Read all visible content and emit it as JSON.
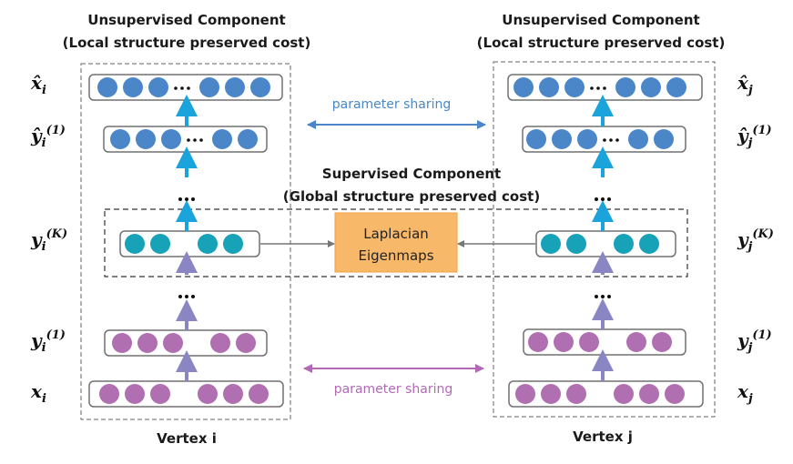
{
  "colors": {
    "blue_node": "#4a86c8",
    "cyan_arrow": "#1ba3dc",
    "teal_node": "#17a2b8",
    "purple_node": "#b06fb0",
    "purple_arrow": "#8a86c4",
    "share_blue": "#4a86c8",
    "share_purple": "#b169b5",
    "laplacian_fill": "#f8b86a",
    "laplacian_border": "#f0a040",
    "box_border": "#707070",
    "dash": "#555555",
    "connector": "#777777"
  },
  "titles": {
    "left_unsup_line1": "Unsupervised Component",
    "left_unsup_line2": "(Local structure preserved cost)",
    "right_unsup_line1": "Unsupervised Component",
    "right_unsup_line2": "(Local structure preserved cost)",
    "sup_line1": "Supervised Component",
    "sup_line2": "(Global structure preserved cost)"
  },
  "sharing": {
    "top": "parameter sharing",
    "bottom": "parameter sharing"
  },
  "laplacian": {
    "line1": "Laplacian",
    "line2": "Eigenmaps"
  },
  "vertices": {
    "left": "Vertex i",
    "right": "Vertex j"
  },
  "ellipsis": "…",
  "labels": {
    "left": [
      {
        "base": "x̂",
        "sub": "i",
        "sup": ""
      },
      {
        "base": "ŷ",
        "sub": "i",
        "sup": "(1)"
      },
      {
        "base": "y",
        "sub": "i",
        "sup": "(K)"
      },
      {
        "base": "y",
        "sub": "i",
        "sup": "(1)"
      },
      {
        "base": "x",
        "sub": "i",
        "sup": ""
      }
    ],
    "right": [
      {
        "base": "x̂",
        "sub": "j",
        "sup": ""
      },
      {
        "base": "ŷ",
        "sub": "j",
        "sup": "(1)"
      },
      {
        "base": "y",
        "sub": "j",
        "sup": "(K)"
      },
      {
        "base": "y",
        "sub": "j",
        "sup": "(1)"
      },
      {
        "base": "x",
        "sub": "j",
        "sup": ""
      }
    ]
  },
  "layers": [
    {
      "name": "x-hat",
      "nodes": 6,
      "color": "blue_node",
      "gap_dots": true
    },
    {
      "name": "y-hat-1",
      "nodes": 5,
      "color": "blue_node",
      "gap_dots": true
    },
    {
      "name": "y-K",
      "nodes": 4,
      "color": "teal_node",
      "gap_dots": false
    },
    {
      "name": "y-1",
      "nodes": 5,
      "color": "purple_node",
      "gap_dots": false
    },
    {
      "name": "x",
      "nodes": 6,
      "color": "purple_node",
      "gap_dots": false
    }
  ]
}
